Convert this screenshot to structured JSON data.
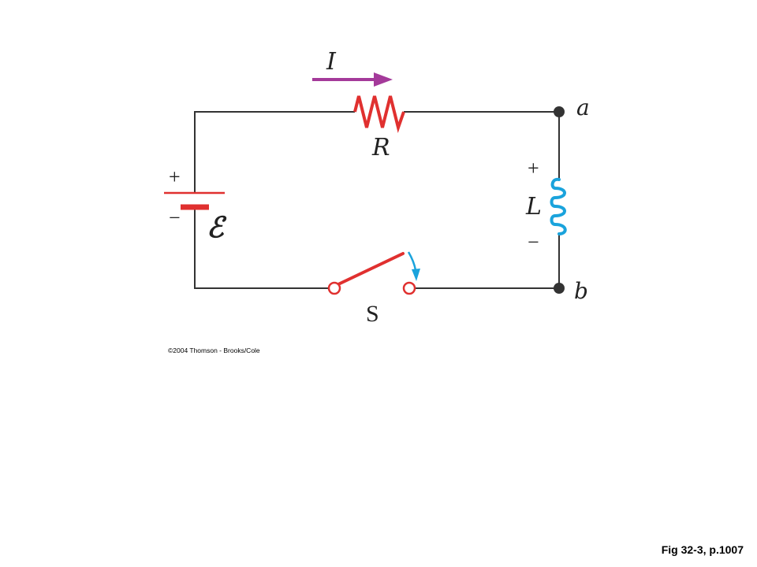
{
  "diagram": {
    "current_label": "I",
    "resistor_label": "R",
    "inductor_label": "L",
    "emf_label": "ℰ",
    "switch_label": "S",
    "node_a_label": "a",
    "node_b_label": "b",
    "battery_plus": "+",
    "battery_minus": "−",
    "inductor_plus": "+",
    "inductor_minus": "−"
  },
  "copyright": "©2004 Thomson - Brooks/Cole",
  "caption": "Fig 32-3, p.1007",
  "colors": {
    "wire": "#333333",
    "resistor": "#e0302f",
    "battery": "#e0302f",
    "switch": "#e0302f",
    "current_arrow": "#a43a9a",
    "inductor": "#1aa3dc",
    "switch_arrow": "#1aa3dc",
    "node": "#333333"
  }
}
